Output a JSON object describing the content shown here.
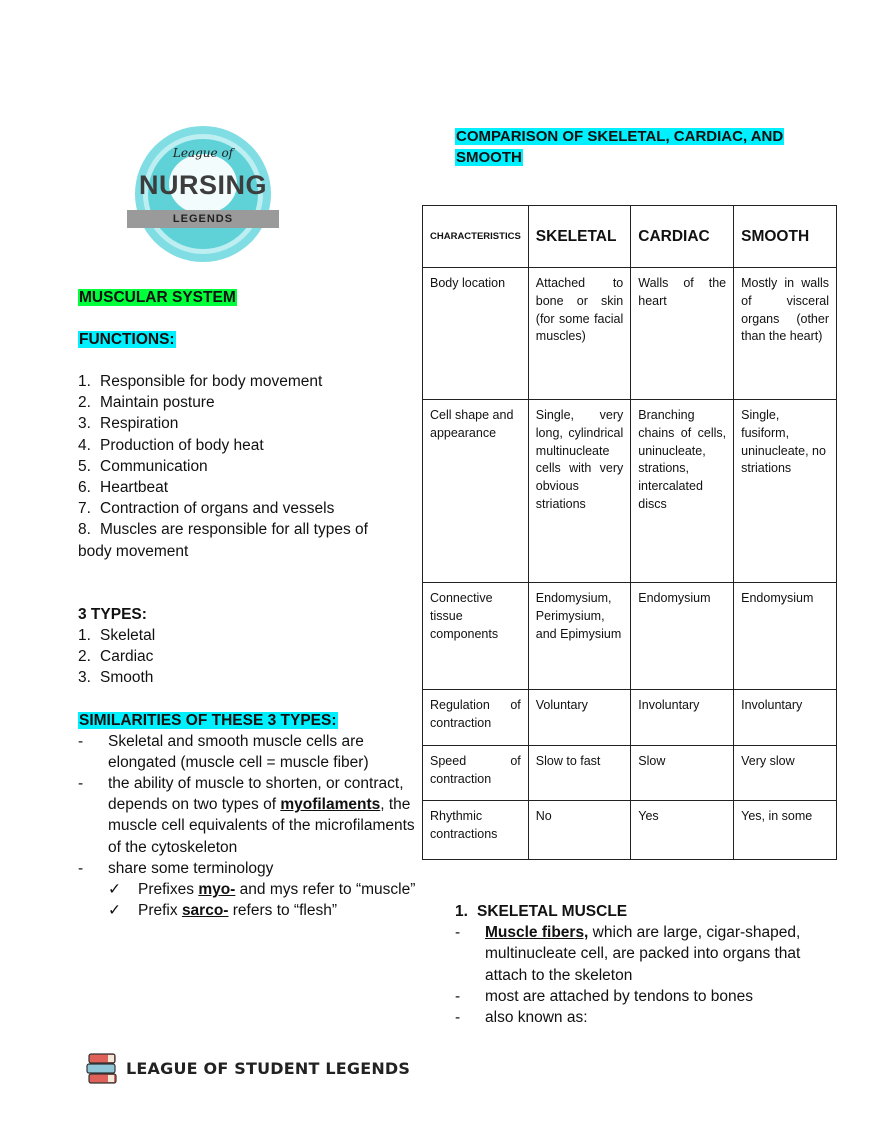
{
  "logo": {
    "line1": "League of",
    "line2": "NURSING",
    "line3": "LEGENDS"
  },
  "left": {
    "system_heading": "MUSCULAR SYSTEM",
    "functions_heading": "FUNCTIONS:",
    "functions": [
      {
        "n": "1.",
        "text": "Responsible for body movement"
      },
      {
        "n": "2.",
        "text": "Maintain posture"
      },
      {
        "n": "3.",
        "text": "Respiration"
      },
      {
        "n": "4.",
        "text": "Production of body heat"
      },
      {
        "n": "5.",
        "text": "Communication"
      },
      {
        "n": "6.",
        "text": "Heartbeat"
      },
      {
        "n": "7.",
        "text": "Contraction of organs and vessels"
      },
      {
        "n": "8.",
        "text": "Muscles are responsible for all types of"
      }
    ],
    "functions_cont": "body movement",
    "types_heading": "3 TYPES:",
    "types": [
      {
        "n": "1.",
        "text": "Skeletal"
      },
      {
        "n": "2.",
        "text": "Cardiac"
      },
      {
        "n": "3.",
        "text": "Smooth"
      }
    ],
    "similarities_heading": "SIMILARITIES OF THESE 3 TYPES:",
    "sim1": "Skeletal and smooth muscle cells are elongated (muscle cell = muscle fiber)",
    "sim2_a": "the ability of muscle to shorten, or contract, depends on two types of ",
    "sim2_b": "myofilaments",
    "sim2_c": ", the muscle cell equivalents of the microfilaments of the cytoskeleton",
    "sim3": "share some terminology",
    "check1_a": "Prefixes ",
    "check1_b": "myo-",
    "check1_c": " and mys refer to “muscle”",
    "check2_a": "Prefix ",
    "check2_b": "sarco-",
    "check2_c": " refers to “flesh”",
    "dash": "-",
    "check": "✓"
  },
  "right": {
    "heading_line1": "COMPARISON OF SKELETAL, CARDIAC, AND",
    "heading_line2": "SMOOTH",
    "table": {
      "headers": [
        "CHARACTERISTICS",
        "SKELETAL",
        "CARDIAC",
        "SMOOTH"
      ],
      "rows": [
        [
          "Body location",
          "Attached to bone or skin (for some facial muscles)",
          "Walls of the heart",
          "Mostly in walls of visceral organs (other than the heart)"
        ],
        [
          "Cell shape and appearance",
          "Single, very long, cylindrical multinucleate cells with very obvious striations",
          "Branching chains of cells, uninucleate, strations, intercalated discs",
          "Single, fusiform, uninucleate, no striations"
        ],
        [
          "Connective tissue components",
          "Endomysium, Perimysium, and Epimysium",
          "Endomysium",
          "Endomysium"
        ],
        [
          "Regulation of contraction",
          "Voluntary",
          "Involuntary",
          "Involuntary"
        ],
        [
          "Speed of contraction",
          "Slow to fast",
          "Slow",
          "Very slow"
        ],
        [
          "Rhythmic contractions",
          "No",
          "Yes",
          "Yes, in some"
        ]
      ]
    },
    "skeletal_heading_num": "1.",
    "skeletal_heading": "SKELETAL MUSCLE",
    "sk1_a": "Muscle fibers,",
    "sk1_b": " which are large, cigar-shaped, multinucleate cell, are packed into organs that attach to the skeleton",
    "sk2": "most are attached by tendons to bones",
    "sk3": "also known as:"
  },
  "footer": {
    "brand": "LEAGUE OF STUDENT LEGENDS"
  },
  "colors": {
    "green_highlight": "#00ff3a",
    "cyan_highlight": "#00f0ff",
    "logo_teal": "#5fd2d8"
  }
}
